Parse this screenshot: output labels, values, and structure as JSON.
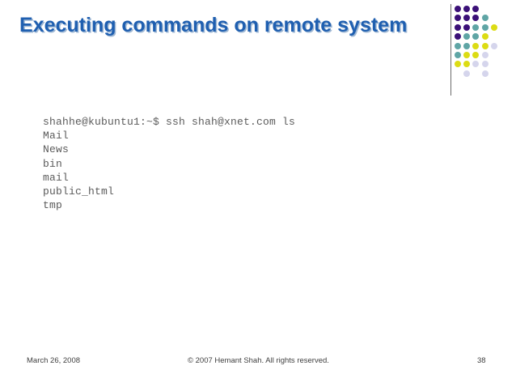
{
  "slide": {
    "title": "Executing commands on remote system",
    "terminal_lines": [
      "shahhe@kubuntu1:~$ ssh shah@xnet.com ls",
      "Mail",
      "News",
      "bin",
      "mail",
      "public_html",
      "tmp"
    ]
  },
  "footer": {
    "date": "March 26, 2008",
    "copyright": "© 2007 Hemant Shah. All rights reserved.",
    "page_number": "38"
  },
  "decoration": {
    "divider_name": "vertical-divider",
    "colors": {
      "dark_purple": "#3B1078",
      "teal": "#5FA5A5",
      "yellow": "#DCDC14",
      "pale_lavender": "#D5D5EC",
      "title_blue": "#1F5FB0",
      "terminal_gray": "#5B5B5B"
    },
    "dots": [
      {
        "col": 0,
        "row": 0,
        "color": "#3B1078"
      },
      {
        "col": 1,
        "row": 0,
        "color": "#3B1078"
      },
      {
        "col": 2,
        "row": 0,
        "color": "#3B1078"
      },
      {
        "col": 0,
        "row": 1,
        "color": "#3B1078"
      },
      {
        "col": 1,
        "row": 1,
        "color": "#3B1078"
      },
      {
        "col": 2,
        "row": 1,
        "color": "#3B1078"
      },
      {
        "col": 3,
        "row": 1,
        "color": "#5FA5A5"
      },
      {
        "col": 0,
        "row": 2,
        "color": "#3B1078"
      },
      {
        "col": 1,
        "row": 2,
        "color": "#3B1078"
      },
      {
        "col": 2,
        "row": 2,
        "color": "#5FA5A5"
      },
      {
        "col": 3,
        "row": 2,
        "color": "#5FA5A5"
      },
      {
        "col": 4,
        "row": 2,
        "color": "#DCDC14"
      },
      {
        "col": 0,
        "row": 3,
        "color": "#3B1078"
      },
      {
        "col": 1,
        "row": 3,
        "color": "#5FA5A5"
      },
      {
        "col": 2,
        "row": 3,
        "color": "#5FA5A5"
      },
      {
        "col": 3,
        "row": 3,
        "color": "#DCDC14"
      },
      {
        "col": 0,
        "row": 4,
        "color": "#5FA5A5"
      },
      {
        "col": 1,
        "row": 4,
        "color": "#5FA5A5"
      },
      {
        "col": 2,
        "row": 4,
        "color": "#DCDC14"
      },
      {
        "col": 3,
        "row": 4,
        "color": "#DCDC14"
      },
      {
        "col": 4,
        "row": 4,
        "color": "#D5D5EC"
      },
      {
        "col": 0,
        "row": 5,
        "color": "#5FA5A5"
      },
      {
        "col": 1,
        "row": 5,
        "color": "#DCDC14"
      },
      {
        "col": 2,
        "row": 5,
        "color": "#DCDC14"
      },
      {
        "col": 3,
        "row": 5,
        "color": "#D5D5EC"
      },
      {
        "col": 0,
        "row": 6,
        "color": "#DCDC14"
      },
      {
        "col": 1,
        "row": 6,
        "color": "#DCDC14"
      },
      {
        "col": 2,
        "row": 6,
        "color": "#D5D5EC"
      },
      {
        "col": 3,
        "row": 6,
        "color": "#D5D5EC"
      },
      {
        "col": 1,
        "row": 7,
        "color": "#D5D5EC"
      },
      {
        "col": 3,
        "row": 7,
        "color": "#D5D5EC"
      }
    ]
  }
}
